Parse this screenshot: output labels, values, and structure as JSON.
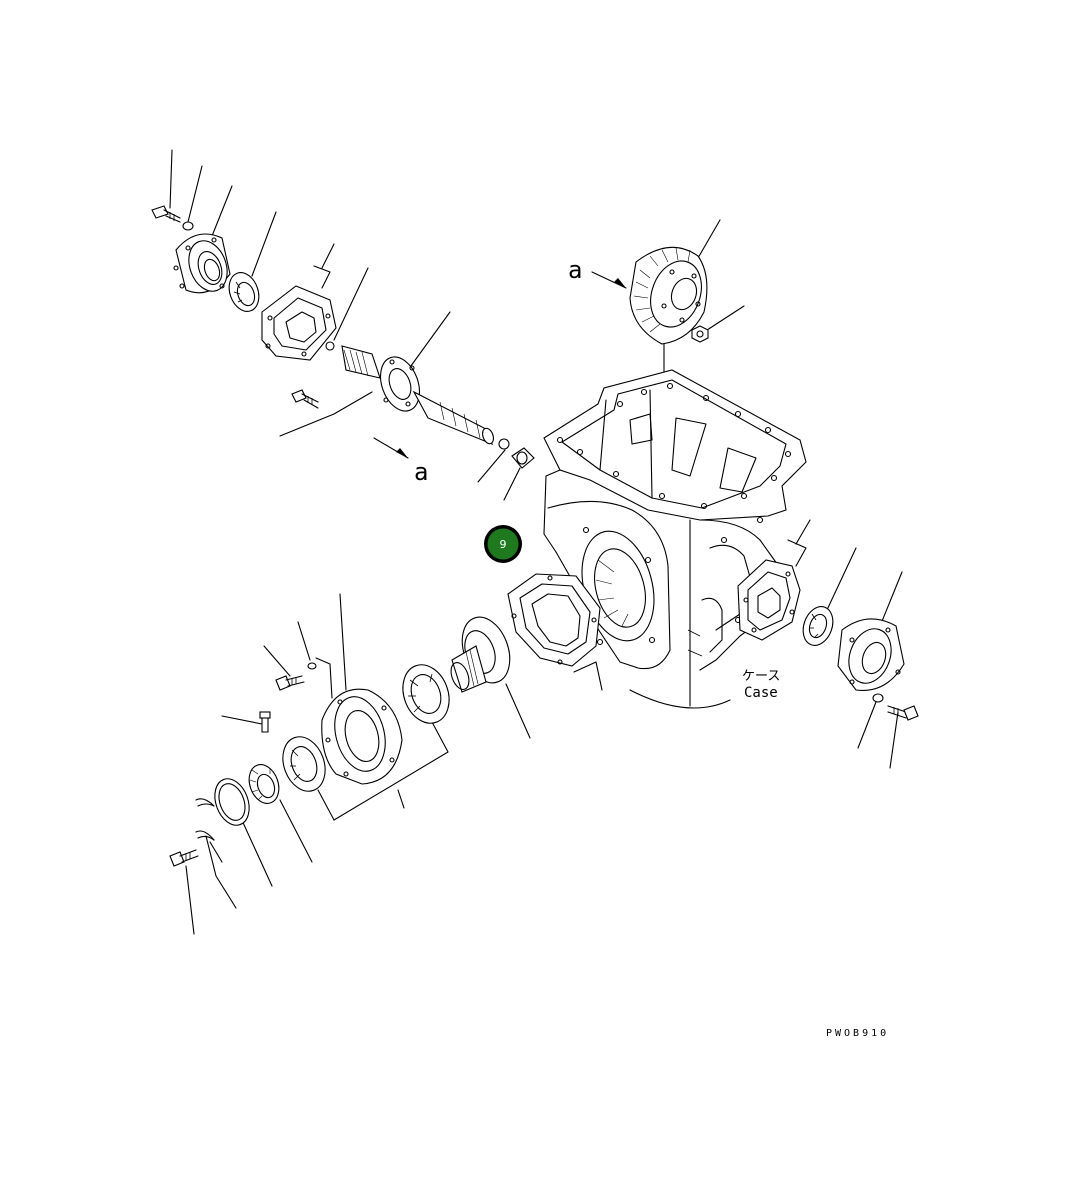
{
  "diagram": {
    "view_label_top": "a",
    "view_label_left": "a",
    "case_label_jp": "ケース",
    "case_label_en": "Case",
    "figure_code": "PWOB910",
    "hotspot": {
      "label": "9",
      "color": "#1f7a1f"
    }
  }
}
